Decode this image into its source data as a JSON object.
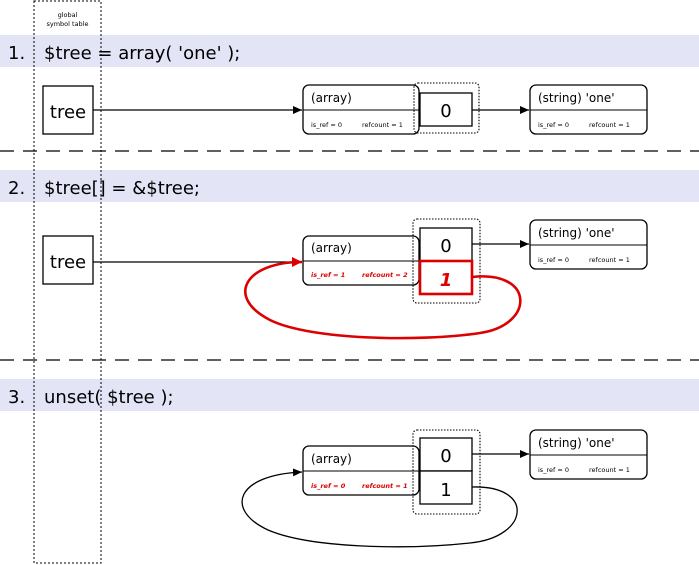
{
  "symbol_table": {
    "label_line1": "global",
    "label_line2": "symbol table"
  },
  "steps": [
    {
      "number": "1.",
      "code": "$tree = array( 'one' );",
      "variable": "tree",
      "array": {
        "type_label": "(array)",
        "is_ref": "is_ref = 0",
        "refcount": "refcount = 1",
        "highlight": false
      },
      "slots": [
        {
          "key": "0",
          "highlight": false
        }
      ],
      "string": {
        "type_label": "(string) 'one'",
        "is_ref": "is_ref = 0",
        "refcount": "refcount = 1"
      }
    },
    {
      "number": "2.",
      "code": "$tree[] = &$tree;",
      "variable": "tree",
      "array": {
        "type_label": "(array)",
        "is_ref": "is_ref = 1",
        "refcount": "refcount = 2",
        "highlight": true
      },
      "slots": [
        {
          "key": "0",
          "highlight": false
        },
        {
          "key": "1",
          "highlight": true
        }
      ],
      "string": {
        "type_label": "(string) 'one'",
        "is_ref": "is_ref = 0",
        "refcount": "refcount = 1"
      }
    },
    {
      "number": "3.",
      "code": "unset( $tree );",
      "array": {
        "type_label": "(array)",
        "is_ref": "is_ref = 0",
        "refcount": "refcount = 1",
        "highlight": true
      },
      "slots": [
        {
          "key": "0",
          "highlight": false
        },
        {
          "key": "1",
          "highlight": false
        }
      ],
      "string": {
        "type_label": "(string) 'one'",
        "is_ref": "is_ref = 0",
        "refcount": "refcount = 1"
      }
    }
  ],
  "colors": {
    "header_band": "#e4e4f7",
    "highlight": "#dd0000",
    "line": "#000000"
  }
}
